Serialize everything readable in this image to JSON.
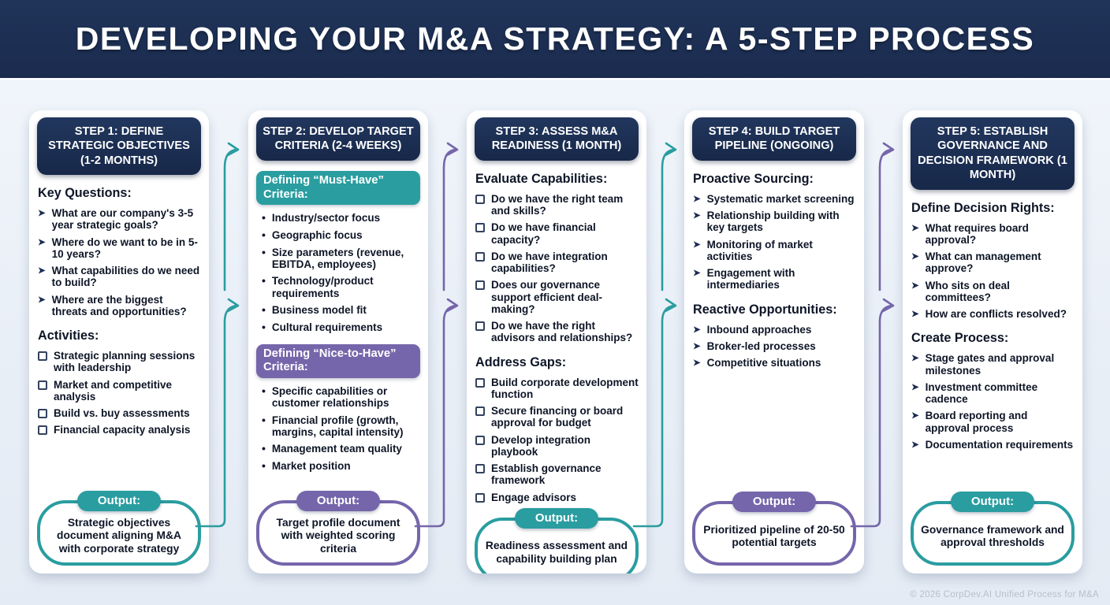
{
  "title": "DEVELOPING YOUR M&A STRATEGY: A 5-STEP PROCESS",
  "footer": "© 2026 CorpDev.AI Unified Process for M&A",
  "colors": {
    "navy": "#1b2c52",
    "teal": "#2a9da0",
    "purple": "#7566ab",
    "text": "#0d1526",
    "footer_text": "#b5bfcb"
  },
  "icons": {
    "arrow_bullet": "➤",
    "dot_bullet": "•",
    "checkbox": "unchecked-square"
  },
  "steps": [
    {
      "header": "STEP 1: DEFINE STRATEGIC OBJECTIVES (1-2 MONTHS)",
      "sections": [
        {
          "heading": "Key Questions:",
          "style": "arrow",
          "items": [
            "What are our company's 3-5 year strategic goals?",
            "Where do we want to be in 5-10 years?",
            "What capabilities do we need to build?",
            "Where are the biggest threats and opportunities?"
          ]
        },
        {
          "heading": "Activities:",
          "style": "check",
          "items": [
            "Strategic planning sessions with leadership",
            "Market and competitive analysis",
            "Build vs. buy assessments",
            "Financial capacity analysis"
          ]
        }
      ],
      "output": {
        "label": "Output:",
        "text": "Strategic objectives document aligning M&A with corporate strategy",
        "color": "teal"
      }
    },
    {
      "header": "STEP 2: DEVELOP TARGET CRITERIA (2-4 WEEKS)",
      "sections": [
        {
          "heading": "Defining “Must-Have” Criteria:",
          "style": "dot",
          "banner": "teal",
          "items": [
            "Industry/sector focus",
            "Geographic focus",
            "Size parameters (revenue, EBITDA, employees)",
            "Technology/product requirements",
            "Business model fit",
            "Cultural requirements"
          ]
        },
        {
          "heading": "Defining “Nice-to-Have” Criteria:",
          "style": "dot",
          "banner": "purple",
          "items": [
            "Specific capabilities or customer relationships",
            "Financial profile (growth, margins, capital intensity)",
            "Management team quality",
            "Market position"
          ]
        }
      ],
      "output": {
        "label": "Output:",
        "text": "Target profile document with weighted scoring criteria",
        "color": "purple"
      }
    },
    {
      "header": "STEP 3: ASSESS M&A READINESS (1 MONTH)",
      "sections": [
        {
          "heading": "Evaluate Capabilities:",
          "style": "check",
          "items": [
            "Do we have the right team and skills?",
            "Do we have financial capacity?",
            "Do we have integration capabilities?",
            "Does our governance support efficient deal-making?",
            "Do we have the right advisors and relationships?"
          ]
        },
        {
          "heading": "Address Gaps:",
          "style": "check",
          "items": [
            "Build corporate development function",
            "Secure financing or board approval for budget",
            "Develop integration playbook",
            "Establish governance framework",
            "Engage advisors"
          ]
        }
      ],
      "output": {
        "label": "Output:",
        "text": "Readiness assessment and capability building plan",
        "color": "teal"
      }
    },
    {
      "header": "STEP 4: BUILD TARGET PIPELINE (ONGOING)",
      "sections": [
        {
          "heading": "Proactive Sourcing:",
          "style": "arrow",
          "items": [
            "Systematic market screening",
            "Relationship building with key targets",
            "Monitoring of market activities",
            "Engagement with intermediaries"
          ]
        },
        {
          "heading": "Reactive Opportunities:",
          "style": "arrow",
          "items": [
            "Inbound approaches",
            "Broker-led processes",
            "Competitive situations"
          ]
        }
      ],
      "output": {
        "label": "Output:",
        "text": "Prioritized pipeline of 20-50 potential targets",
        "color": "purple"
      }
    },
    {
      "header": "STEP 5: ESTABLISH GOVERNANCE AND DECISION FRAMEWORK (1 MONTH)",
      "sections": [
        {
          "heading": "Define Decision Rights:",
          "style": "arrow",
          "items": [
            "What requires board approval?",
            "What can management approve?",
            "Who sits on deal committees?",
            "How are conflicts resolved?"
          ]
        },
        {
          "heading": "Create Process:",
          "style": "arrow",
          "items": [
            "Stage gates and approval milestones",
            "Investment committee cadence",
            "Board reporting and approval process",
            "Documentation requirements"
          ]
        }
      ],
      "output": {
        "label": "Output:",
        "text": "Governance framework and approval thresholds",
        "color": "teal"
      }
    }
  ]
}
